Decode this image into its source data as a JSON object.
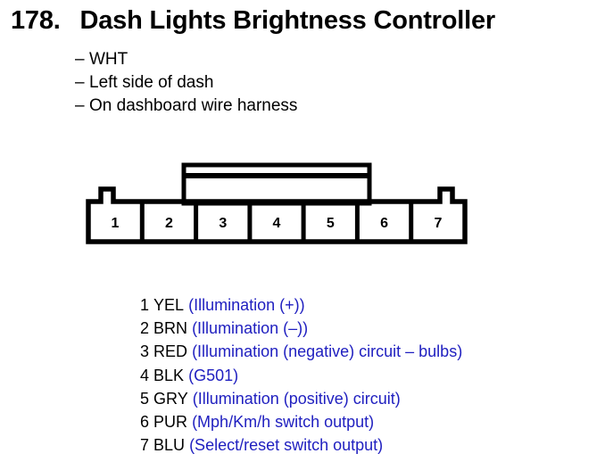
{
  "heading": {
    "number": "178.",
    "title": "Dash Lights Brightness Controller",
    "full": "178. Dash Lights Brightness Controller"
  },
  "descriptors": [
    {
      "dash": "–",
      "text": "WHT"
    },
    {
      "dash": "–",
      "text": "Left side of dash"
    },
    {
      "dash": "–",
      "text": "On dashboard wire harness"
    }
  ],
  "connector": {
    "name": "7-way connector face view",
    "pin_count": 7,
    "cavities": [
      "1",
      "2",
      "3",
      "4",
      "5",
      "6",
      "7"
    ],
    "has_latch_tab": true,
    "has_keying_notches": true
  },
  "pins": [
    {
      "number": "1",
      "color": "YEL",
      "description": "(Illumination (+))"
    },
    {
      "number": "2",
      "color": "BRN",
      "description": "(Illumination (–))"
    },
    {
      "number": "3",
      "color": "RED",
      "description": "(Illumination (negative) circuit – bulbs)"
    },
    {
      "number": "4",
      "color": "BLK",
      "description": "(G501)"
    },
    {
      "number": "5",
      "color": "GRY",
      "description": "(Illumination (positive) circuit)"
    },
    {
      "number": "6",
      "color": "PUR",
      "description": "(Mph/Km/h switch output)"
    },
    {
      "number": "7",
      "color": "BLU",
      "description": "(Select/reset switch output)"
    }
  ],
  "colors": {
    "text": "#000000",
    "description": "#2020c0",
    "background": "#ffffff",
    "diagram_stroke": "#000000"
  }
}
